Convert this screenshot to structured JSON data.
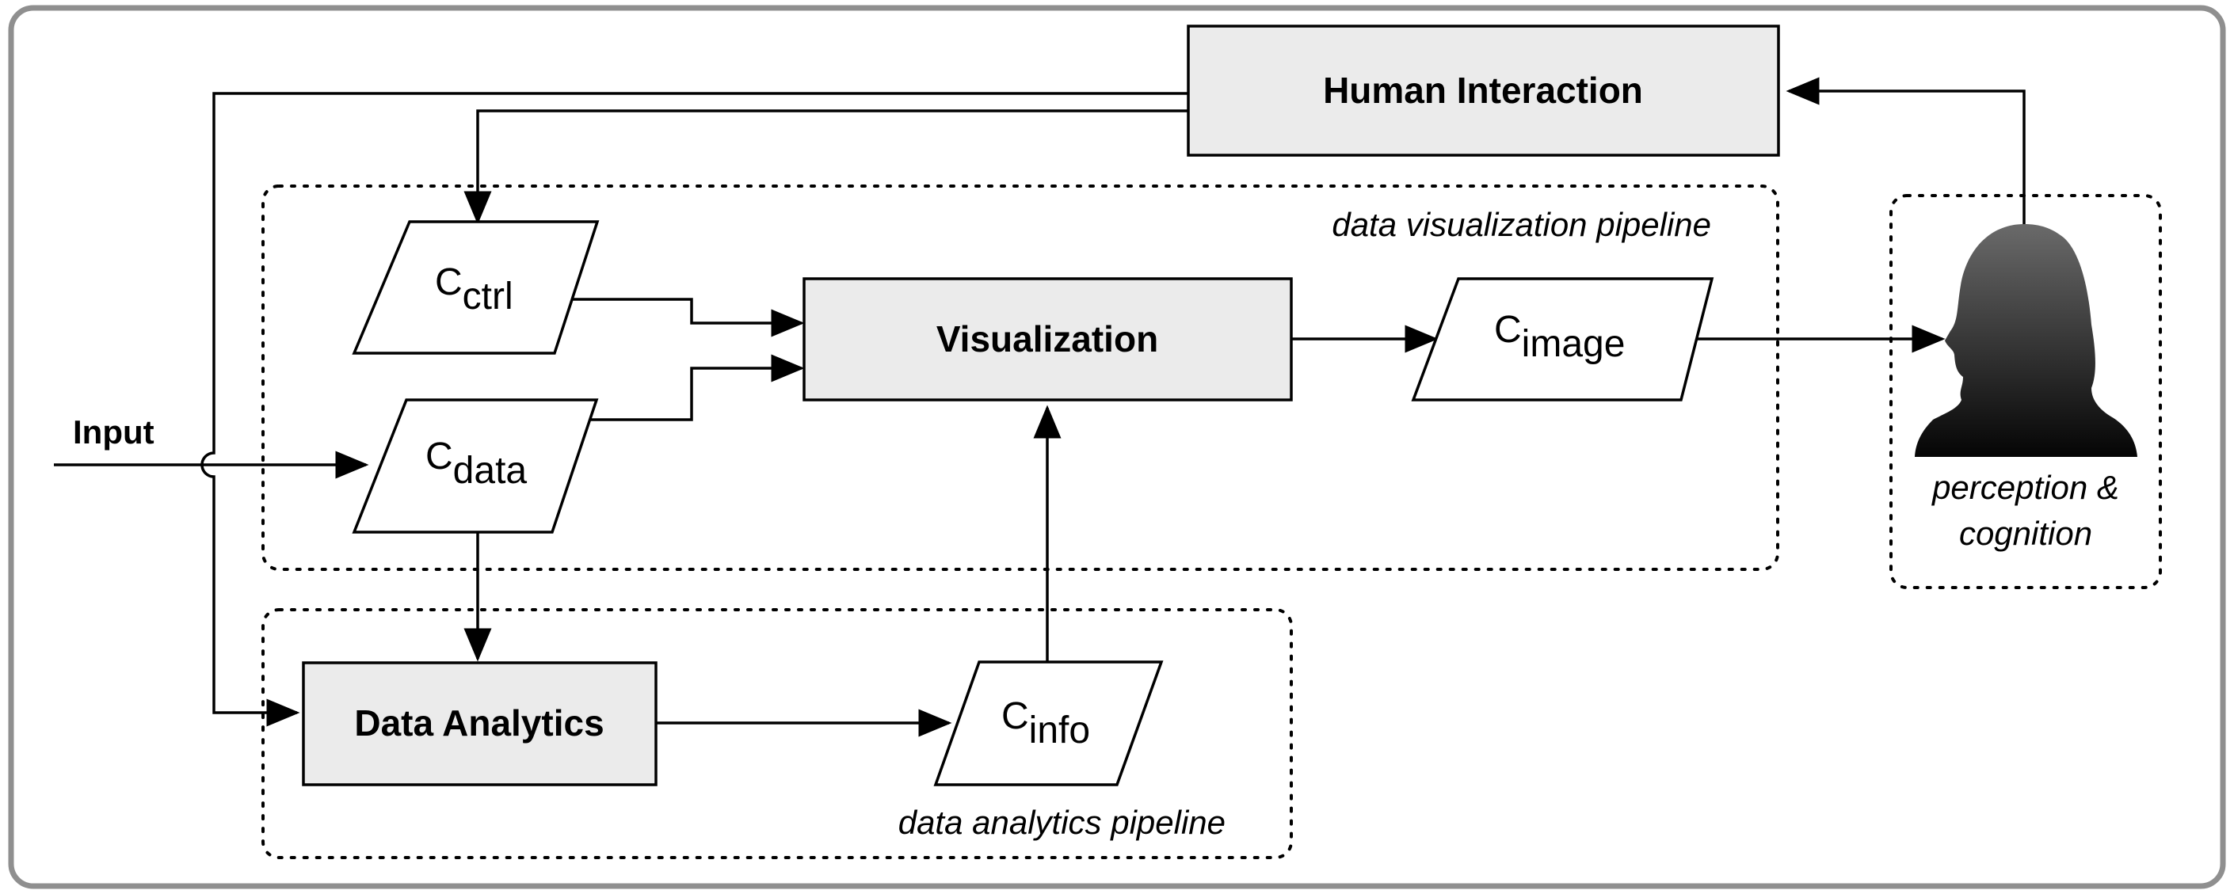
{
  "nodes": {
    "human_interaction": "Human Interaction",
    "visualization": "Visualization",
    "data_analytics": "Data Analytics",
    "c_ctrl": {
      "base": "C",
      "sub": "ctrl"
    },
    "c_data": {
      "base": "C",
      "sub": "data"
    },
    "c_image": {
      "base": "C",
      "sub": "image"
    },
    "c_info": {
      "base": "C",
      "sub": "info"
    }
  },
  "regions": {
    "vis_pipeline": "data visualization pipeline",
    "analytics_pipeline": "data analytics pipeline",
    "perception_line1": "perception &",
    "perception_line2": "cognition"
  },
  "input_label": "Input",
  "icons": {
    "person": "person-silhouette-icon"
  }
}
